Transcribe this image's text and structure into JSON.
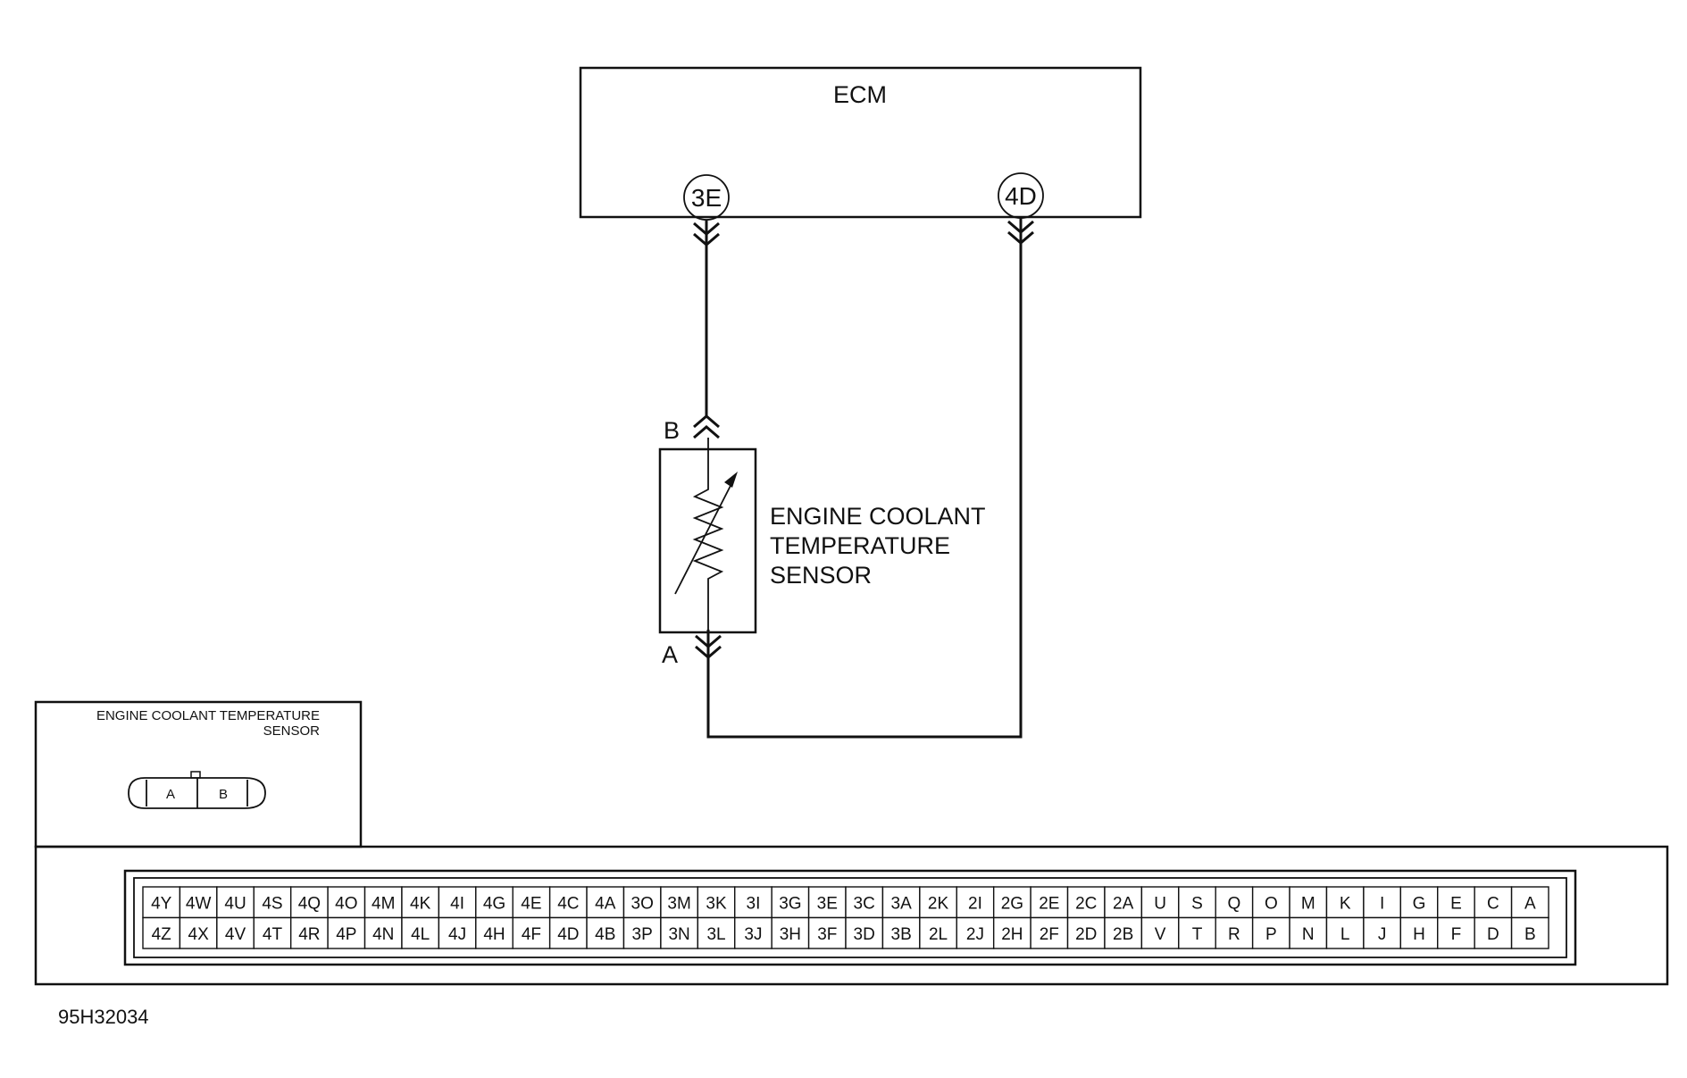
{
  "ecm": {
    "label": "ECM",
    "terminals": [
      "3E",
      "4D"
    ]
  },
  "sensor": {
    "label_lines": [
      "ENGINE COOLANT",
      "TEMPERATURE",
      "SENSOR"
    ],
    "terminal_top": "B",
    "terminal_bottom": "A"
  },
  "connector_view": {
    "title_lines": [
      "ENGINE COOLANT TEMPERATURE",
      "SENSOR"
    ],
    "pins": [
      "A",
      "B"
    ]
  },
  "ecm_connector": {
    "top_row": [
      "4Y",
      "4W",
      "4U",
      "4S",
      "4Q",
      "4O",
      "4M",
      "4K",
      "4I",
      "4G",
      "4E",
      "4C",
      "4A",
      "3O",
      "3M",
      "3K",
      "3I",
      "3G",
      "3E",
      "3C",
      "3A",
      "2K",
      "2I",
      "2G",
      "2E",
      "2C",
      "2A",
      "U",
      "S",
      "Q",
      "O",
      "M",
      "K",
      "I",
      "G",
      "E",
      "C",
      "A"
    ],
    "bottom_row": [
      "4Z",
      "4X",
      "4V",
      "4T",
      "4R",
      "4P",
      "4N",
      "4L",
      "4J",
      "4H",
      "4F",
      "4D",
      "4B",
      "3P",
      "3N",
      "3L",
      "3J",
      "3H",
      "3F",
      "3D",
      "3B",
      "2L",
      "2J",
      "2H",
      "2F",
      "2D",
      "2B",
      "V",
      "T",
      "R",
      "P",
      "N",
      "L",
      "J",
      "H",
      "F",
      "D",
      "B"
    ]
  },
  "figure_id": "95H32034",
  "colors": {
    "line": "#111111",
    "background": "#ffffff"
  }
}
